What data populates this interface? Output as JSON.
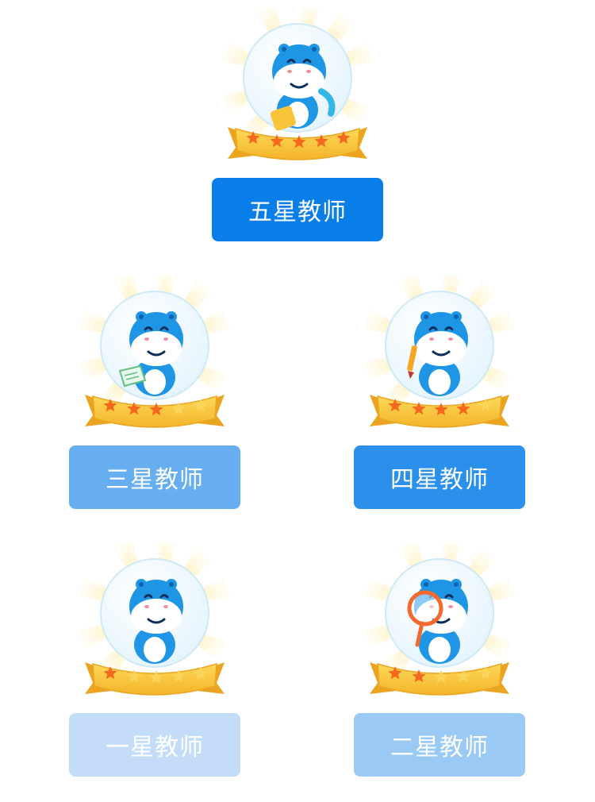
{
  "levels": [
    {
      "id": "five",
      "label": "五星教师",
      "stars": 5,
      "filled": 5,
      "color": "#0a7ee8",
      "prop": "backpack"
    },
    {
      "id": "three",
      "label": "三星教师",
      "stars": 5,
      "filled": 3,
      "color": "#66aeef",
      "prop": "book"
    },
    {
      "id": "four",
      "label": "四星教师",
      "stars": 5,
      "filled": 4,
      "color": "#2b8fec",
      "prop": "pencil"
    },
    {
      "id": "one",
      "label": "一星教师",
      "stars": 5,
      "filled": 1,
      "color": "#c3ddf8",
      "prop": "none"
    },
    {
      "id": "two",
      "label": "二星教师",
      "stars": 5,
      "filled": 2,
      "color": "#9ac9f4",
      "prop": "magnifier"
    }
  ],
  "palette": {
    "hippo_blue": "#1f95e6",
    "ribbon_gold": "#f7c43a",
    "star_filled": "#f5681e",
    "star_empty": "#fbd45a",
    "globe_edge": "#cfe9f7"
  },
  "icons": {
    "mascot": "hippo-mascot-icon",
    "star": "star-icon"
  }
}
